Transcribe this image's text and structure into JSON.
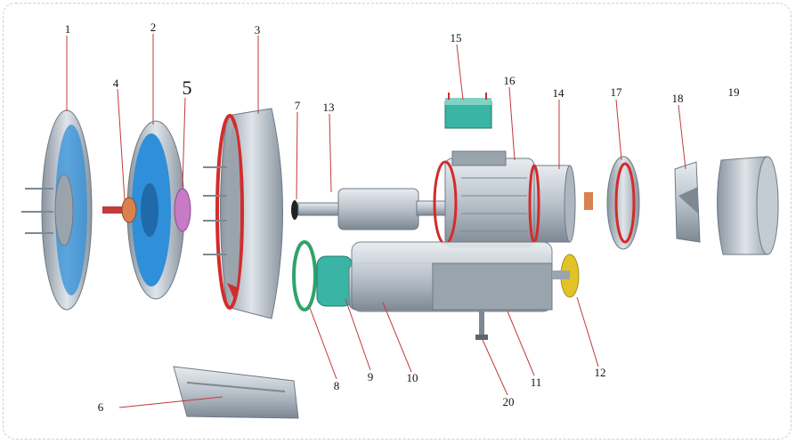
{
  "labels": {
    "l1": "1",
    "l2": "2",
    "l3": "3",
    "l4": "4",
    "l5": "5",
    "l6": "6",
    "l7": "7",
    "l8": "8",
    "l9": "9",
    "l10": "10",
    "l11": "11",
    "l12": "12",
    "l13": "13",
    "l14": "14",
    "l15": "15",
    "l16": "16",
    "l17": "17",
    "l18": "18",
    "l19": "19",
    "l20": "20"
  },
  "colors": {
    "metal": "#b9c2ca",
    "metal_dark": "#7d8893",
    "blue": "#2f8fd8",
    "red": "#d42b2b",
    "green": "#2fa36b",
    "pink": "#c77ac6",
    "copper": "#d9824d",
    "yellow": "#e2c327",
    "teal": "#3ab4a4",
    "leader": "#c23a3a"
  }
}
